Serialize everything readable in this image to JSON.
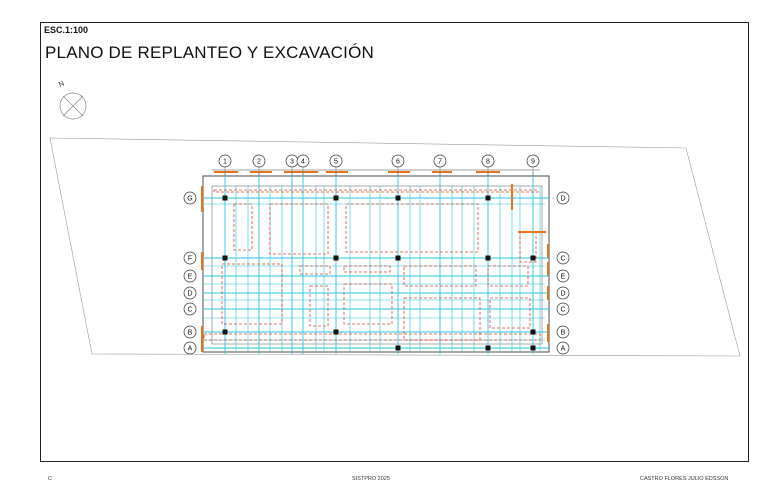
{
  "sheet": {
    "scale_label": "ESC.1:100",
    "title": "PLANO DE REPLANTEO Y EXCAVACIÓN"
  },
  "north": {
    "label": "N"
  },
  "grid": {
    "columns": [
      "1",
      "2",
      "3",
      "4",
      "5",
      "6",
      "7",
      "8",
      "9"
    ],
    "rows_left": [
      "G",
      "F",
      "E",
      "D",
      "C",
      "B",
      "A"
    ],
    "rows_right": [
      "D",
      "C",
      "E",
      "D",
      "C",
      "B",
      "A"
    ]
  },
  "footer": {
    "left": "C",
    "center": "SISTPRO 2025",
    "right": "CASTRO FLORES JULIO EDSSON"
  },
  "colors": {
    "border": "#1f1f1f",
    "grid_line": "#27c4e0",
    "footing": "#e0452b",
    "axis_marker": "#e8731c",
    "drawing": "#3a3a3a"
  }
}
